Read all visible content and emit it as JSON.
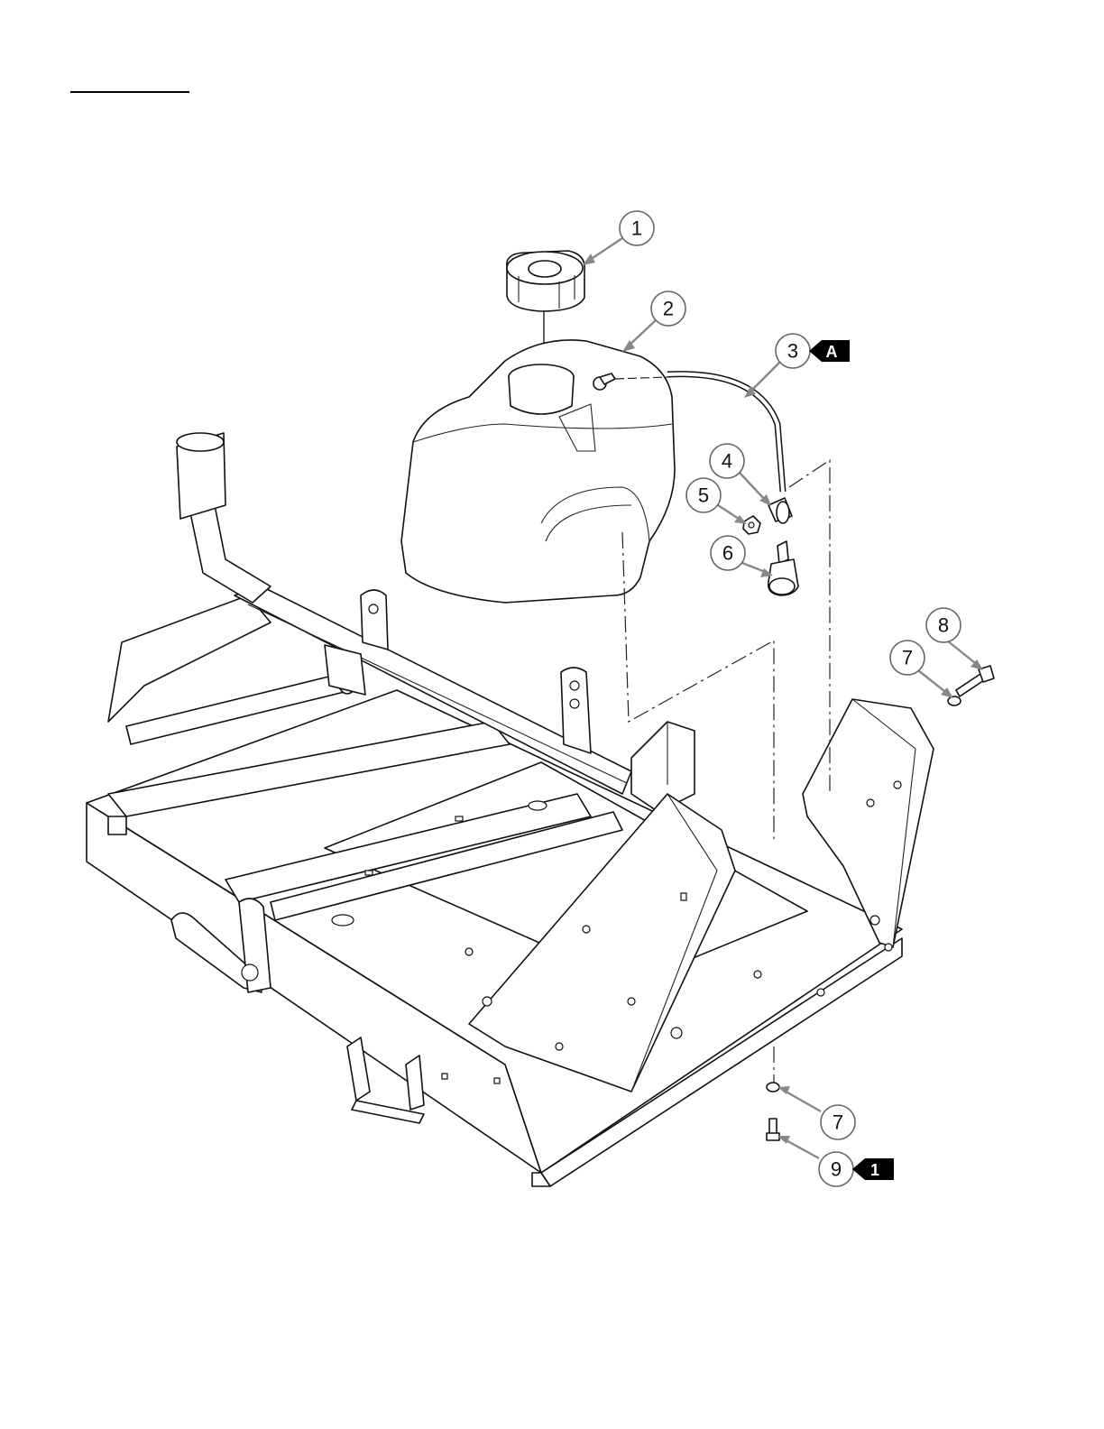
{
  "callouts": [
    {
      "id": "1",
      "label": "1"
    },
    {
      "id": "2",
      "label": "2"
    },
    {
      "id": "3",
      "label": "3",
      "flag": "A"
    },
    {
      "id": "4",
      "label": "4"
    },
    {
      "id": "5",
      "label": "5"
    },
    {
      "id": "6",
      "label": "6"
    },
    {
      "id": "7a",
      "label": "7"
    },
    {
      "id": "8",
      "label": "8"
    },
    {
      "id": "7b",
      "label": "7"
    },
    {
      "id": "9",
      "label": "9",
      "flag": "1"
    }
  ],
  "colors": {
    "line": "#111111",
    "leader": "#888888",
    "flag": "#000000",
    "background": "#ffffff"
  }
}
